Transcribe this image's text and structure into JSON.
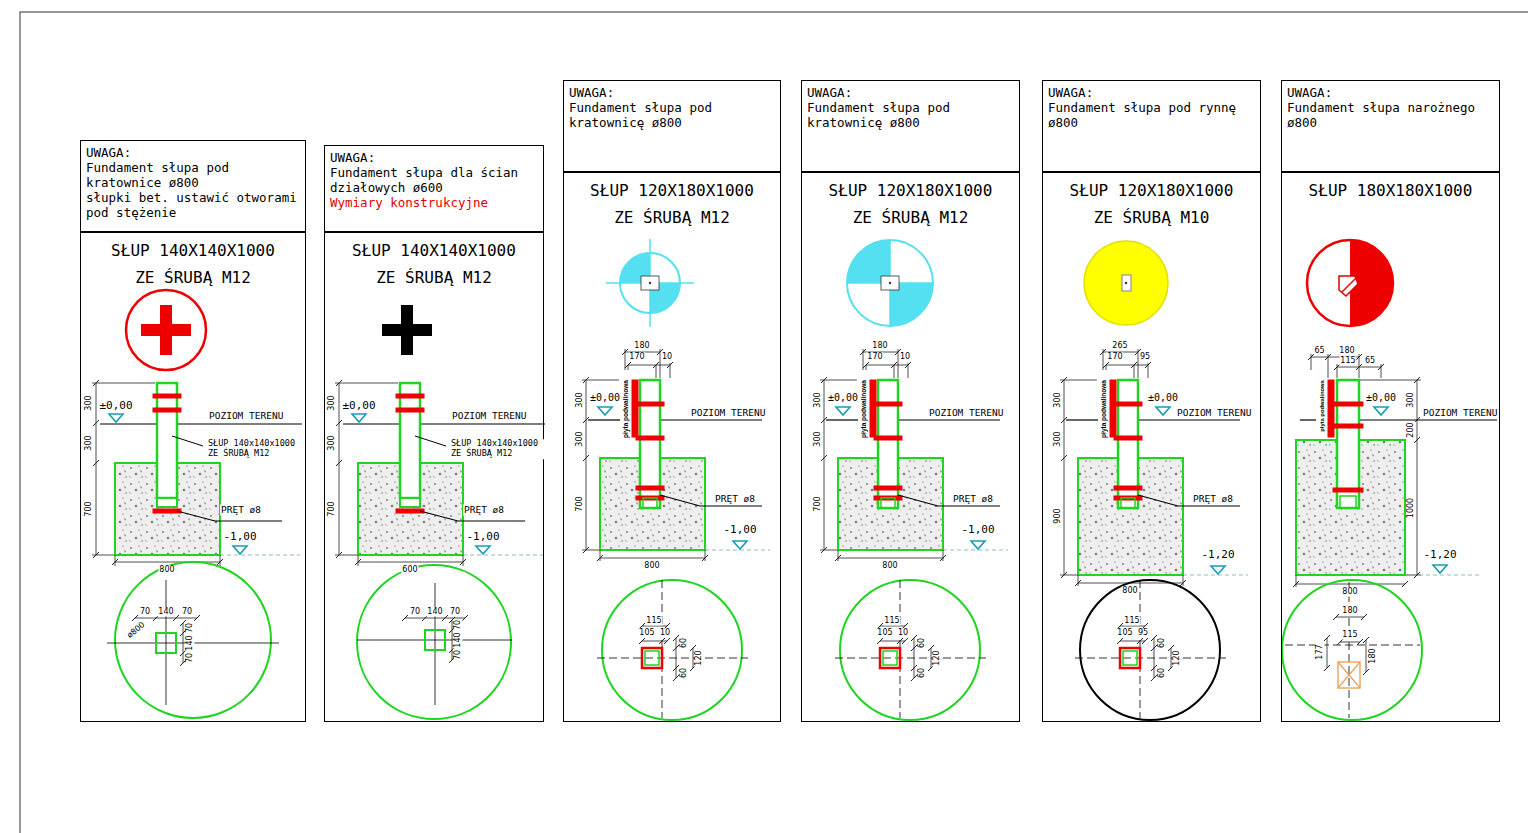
{
  "diagram": {
    "nodes": [
      {
        "text": [
          "UWAGA:",
          "Fundament słupa pod kratownice ø800",
          "słupki bet. ustawić otworami pod stężenie"
        ]
      },
      {
        "text": [
          "SŁUP 140X140X1000 ZE ŚRUBĄ M12"
        ]
      },
      {
        "text": [
          "UWAGA:",
          "Fundament słupa dla ścian działowych ø600",
          "Wymiary konstrukcyjne"
        ]
      },
      {
        "text": [
          "SŁUP 140X140X1000 ZE ŚRUBĄ M12"
        ]
      },
      {
        "text": [
          "UWAGA:",
          "Fundament słupa pod kratownicę ø800"
        ]
      },
      {
        "text": [
          "SŁUP 120X180X1000 ZE ŚRUBĄ M12"
        ]
      },
      {
        "text": [
          "UWAGA:",
          "Fundament słupa pod kratownicę ø800"
        ]
      },
      {
        "text": [
          "SŁUP 120X180X1000 ZE ŚRUBĄ M12"
        ]
      },
      {
        "text": [
          "UWAGA:",
          "Fundament słupa pod rynnę ø800"
        ]
      },
      {
        "text": [
          "SŁUP 120X180X1000 ZE ŚRUBĄ M10"
        ]
      },
      {
        "text": [
          "UWAGA:",
          "Fundament słupa narożnego ø800"
        ]
      },
      {
        "text": [
          "SŁUP 180X180X1000"
        ]
      }
    ],
    "labels": [
      "300",
      "300",
      "700",
      "±0,00",
      "POZIOM TERENU",
      "SŁUP 140x140x1000 ZE ŚRUBĄ M12",
      "PRĘT ø8",
      "-1,00",
      "800",
      "70",
      "140",
      "70",
      "70",
      "140",
      "70",
      "ø800",
      "300",
      "300",
      "700",
      "±0,00",
      "POZIOM TERENU",
      "SŁUP 140x140x1000 ZE ŚRUBĄ M12",
      "PRĘT ø8",
      "-1,00",
      "600",
      "70",
      "140",
      "70",
      "70",
      "140",
      "70",
      "180",
      "170",
      "10",
      "300",
      "300",
      "700",
      "±0,00",
      "płyta podwalinowa",
      "POZIOM TERENU",
      "PRĘT ø8",
      "-1,00",
      "800",
      "115",
      "105",
      "10",
      "60",
      "120",
      "60",
      "180",
      "170",
      "10",
      "300",
      "300",
      "700",
      "±0,00",
      "płyta podwalinowa",
      "POZIOM TERENU",
      "PRĘT ø8",
      "-1,00",
      "800",
      "115",
      "105",
      "10",
      "60",
      "120",
      "60",
      "265",
      "170",
      "95",
      "300",
      "300",
      "900",
      "±0,00",
      "płyta podwalinowa",
      "POZIOM TERENU",
      "PRĘT ø8",
      "-1,20",
      "800",
      "115",
      "105",
      "95",
      "60",
      "120",
      "60",
      "65",
      "180",
      "115",
      "65",
      "300",
      "200",
      "1000",
      "±0,00",
      "płyta podwalinowa",
      "POZIOM TERENU",
      "-1,20",
      "800",
      "180",
      "177",
      "115",
      "180"
    ]
  }
}
